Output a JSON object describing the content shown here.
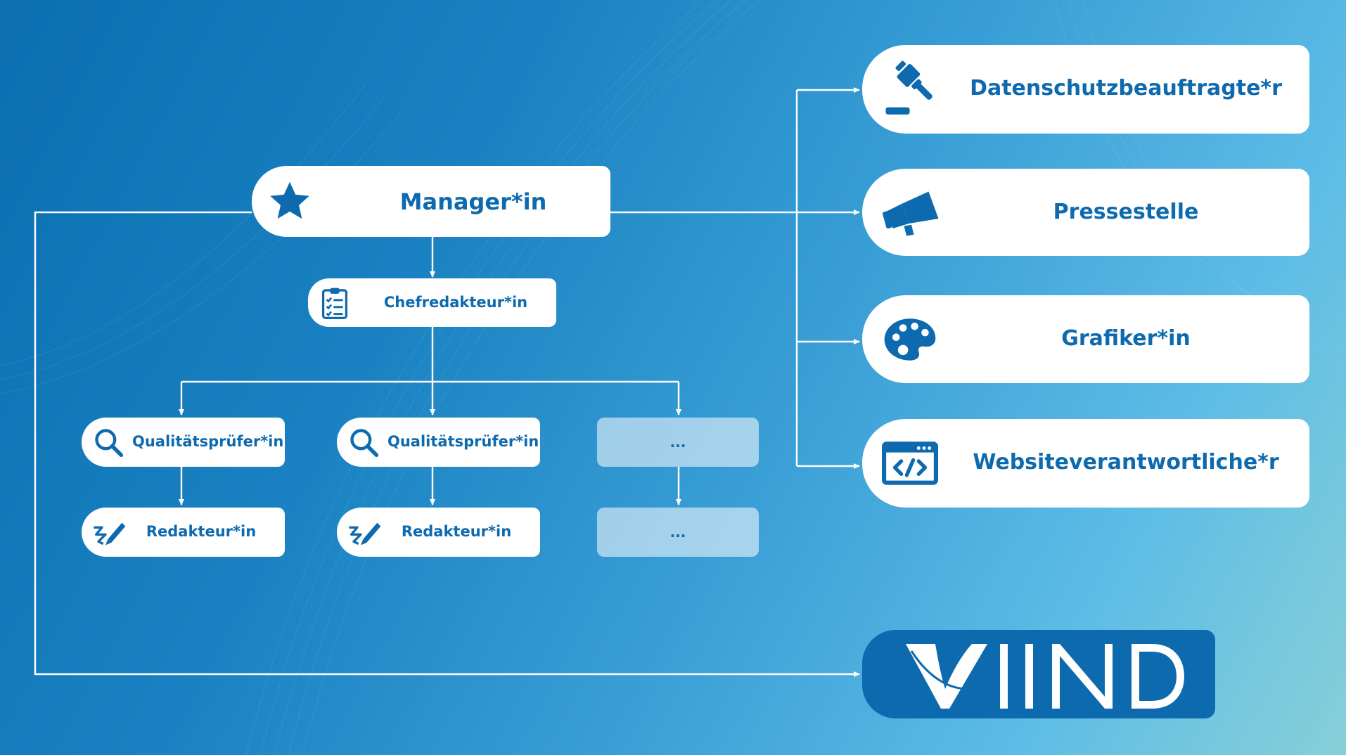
{
  "colors": {
    "brand": "#0e6aae",
    "node_bg": "#ffffff",
    "ghost_bg": "#a8d2eb",
    "line": "#ffffff"
  },
  "nodes": {
    "manager": {
      "label": "Manager*in",
      "icon": "star-icon"
    },
    "chef": {
      "label": "Chefredakteur*in",
      "icon": "clipboard-checklist-icon"
    },
    "qa1": {
      "label": "Qualitätsprüfer*in",
      "icon": "magnifier-icon"
    },
    "qa2": {
      "label": "Qualitätsprüfer*in",
      "icon": "magnifier-icon"
    },
    "ghost1": {
      "label": "..."
    },
    "red1": {
      "label": "Redakteur*in",
      "icon": "pen-signature-icon"
    },
    "red2": {
      "label": "Redakteur*in",
      "icon": "pen-signature-icon"
    },
    "ghost2": {
      "label": "..."
    },
    "dsb": {
      "label": "Datenschutzbeauftragte*r",
      "icon": "gavel-icon"
    },
    "presse": {
      "label": "Pressestelle",
      "icon": "megaphone-icon"
    },
    "grafik": {
      "label": "Grafiker*in",
      "icon": "palette-icon"
    },
    "web": {
      "label": "Websiteverantwortliche*r",
      "icon": "code-window-icon"
    }
  },
  "logo": {
    "text": "VIIND"
  }
}
